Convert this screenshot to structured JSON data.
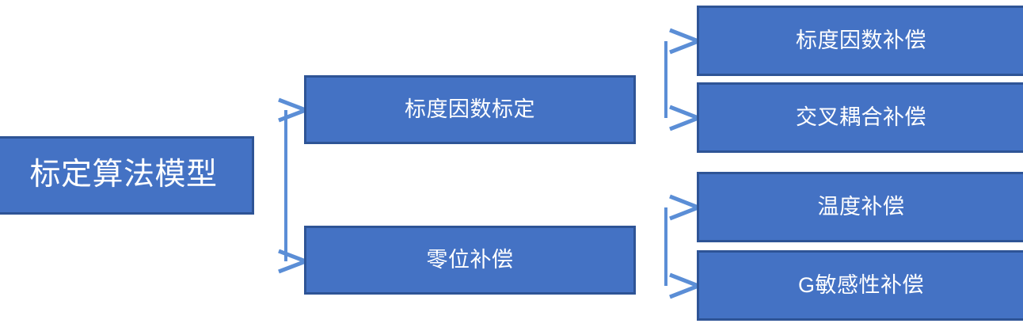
{
  "diagram": {
    "type": "hierarchy-tree",
    "orientation": "left-to-right",
    "title_text": "标定算法模型",
    "colors": {
      "node_fill": "#4472C4",
      "node_border": "#2E5496",
      "node_text": "#FFFFFF",
      "connector": "#5B8ED6",
      "background": "#FFFFFF"
    },
    "root": {
      "label": "标定算法模型"
    },
    "level2": [
      {
        "label": "标度因数标定"
      },
      {
        "label": "零位补偿"
      }
    ],
    "leaves": [
      {
        "label": "标度因数补偿",
        "parent": "标度因数标定"
      },
      {
        "label": "交叉耦合补偿",
        "parent": "标度因数标定"
      },
      {
        "label": "温度补偿",
        "parent": "零位补偿"
      },
      {
        "label": "G敏感性补偿",
        "parent": "零位补偿"
      }
    ],
    "connectors": [
      {
        "from": "标定算法模型",
        "to": "标度因数标定",
        "arrow": "open-chevron"
      },
      {
        "from": "标定算法模型",
        "to": "零位补偿",
        "arrow": "open-chevron"
      },
      {
        "from": "标度因数标定",
        "to": "标度因数补偿",
        "arrow": "open-chevron"
      },
      {
        "from": "标度因数标定",
        "to": "交叉耦合补偿",
        "arrow": "open-chevron"
      },
      {
        "from": "零位补偿",
        "to": "温度补偿",
        "arrow": "open-chevron"
      },
      {
        "from": "零位补偿",
        "to": "G敏感性补偿",
        "arrow": "open-chevron"
      }
    ]
  }
}
